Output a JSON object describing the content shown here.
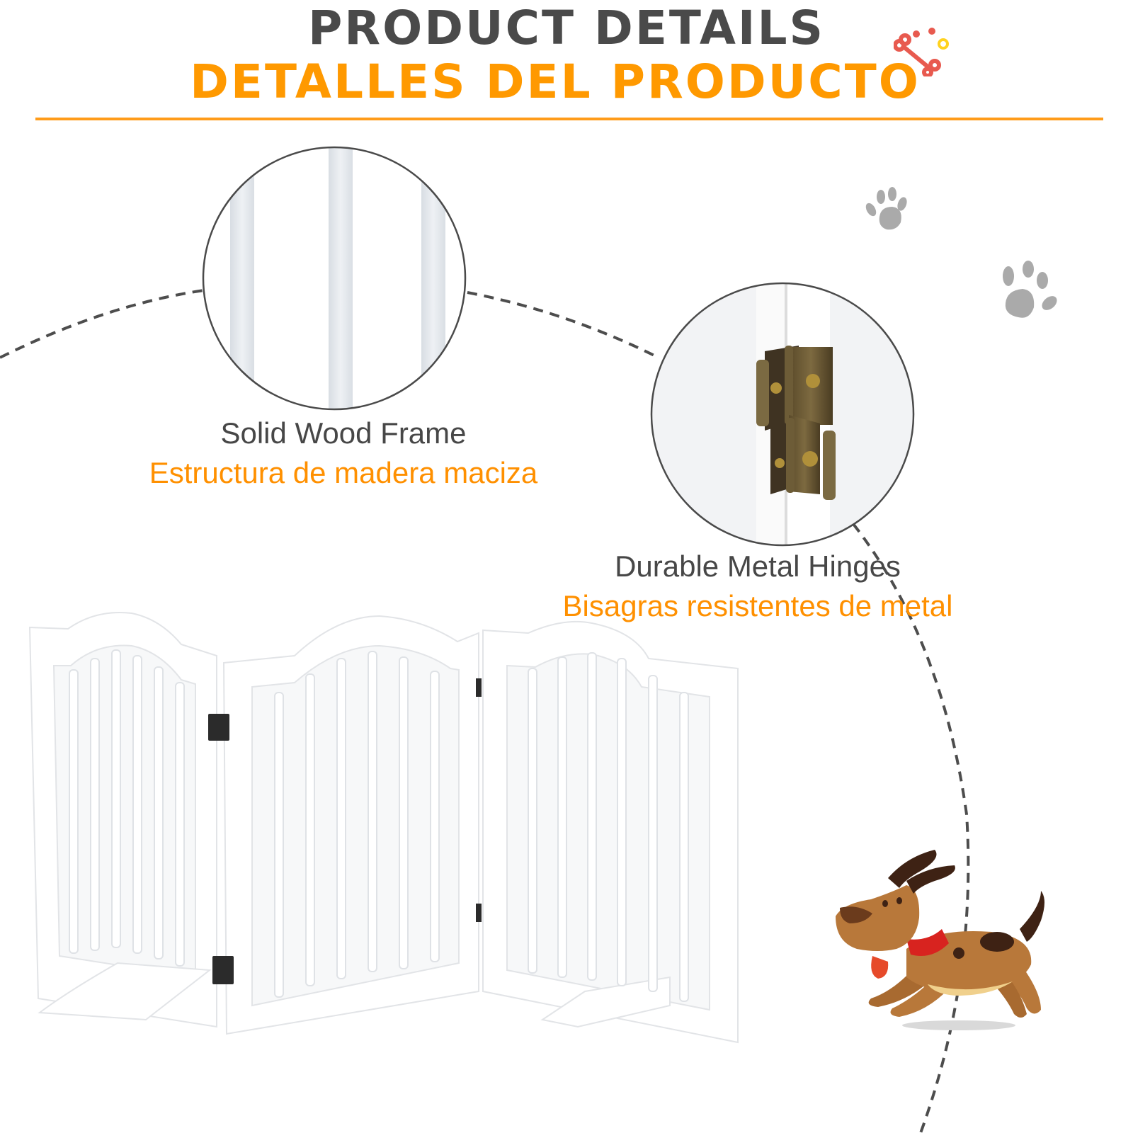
{
  "header": {
    "title_en": "PRODUCT DETAILS",
    "title_es": "DETALLES DEL PRODUCTO",
    "accent_color": "#ff9900",
    "title_color": "#4a4a4a"
  },
  "features": [
    {
      "label_en": "Solid Wood Frame",
      "label_es": "Estructura de madera maciza",
      "icon": "wood-frame-closeup"
    },
    {
      "label_en": "Durable Metal Hinges",
      "label_es": "Bisagras resistentes de metal",
      "icon": "metal-hinge-closeup"
    }
  ],
  "decorations": {
    "bone_icon": "bone-icon",
    "paw_icons": [
      "paw-print-icon",
      "paw-print-icon"
    ],
    "dog_illustration": "running-dog-icon",
    "product_image": "folding-pet-gate-3-panel"
  },
  "colors": {
    "paw_gray": "#aaaaaa",
    "dashed_line": "#4d4d4d",
    "bone_red": "#e85a4f",
    "bone_dot_yellow": "#ffd21f",
    "dog_brown": "#b8783a",
    "dog_dark": "#3e2214",
    "collar_red": "#d8231f"
  }
}
